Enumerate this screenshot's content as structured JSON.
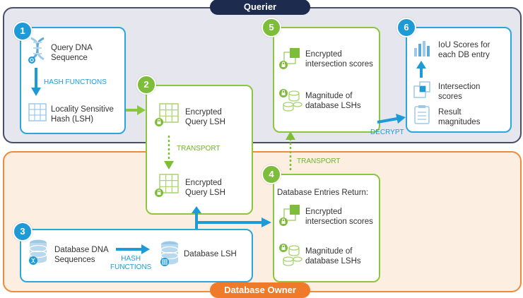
{
  "regions": {
    "querier": "Querier",
    "owner": "Database Owner"
  },
  "steps": {
    "s1": {
      "number": "1",
      "top_text": "Query DNA\nSequence",
      "arrow_label": "HASH FUNCTIONS",
      "bottom_text": "Locality Sensitive\nHash (LSH)"
    },
    "s2": {
      "number": "2",
      "top_text": "Encrypted\nQuery LSH",
      "arrow_label": "TRANSPORT",
      "bottom_text": "Encrypted\nQuery LSH"
    },
    "s3": {
      "number": "3",
      "left_text": "Database DNA\nSequences",
      "arrow_label": "HASH\nFUNCTIONS",
      "right_text": "Database LSH"
    },
    "s4": {
      "number": "4",
      "heading": "Database Entries Return:",
      "item1": "Encrypted\nintersection scores",
      "item2": "Magnitude of\ndatabase LSHs"
    },
    "s5": {
      "number": "5",
      "item1": "Encrypted\nintersection scores",
      "item2": "Magnitude of\ndatabase LSHs"
    },
    "s6": {
      "number": "6",
      "item1": "IoU Scores for\neach DB entry",
      "item2": "Intersection\nscores",
      "item3": "Result\nmagnitudes"
    }
  },
  "connectors": {
    "transport_up": "TRANSPORT",
    "decrypt": "DECRYPT"
  },
  "colors": {
    "blue": "#1e9bd7",
    "green": "#7dbd3a",
    "navy": "#1c2b4e",
    "orange": "#ee7a2a"
  }
}
